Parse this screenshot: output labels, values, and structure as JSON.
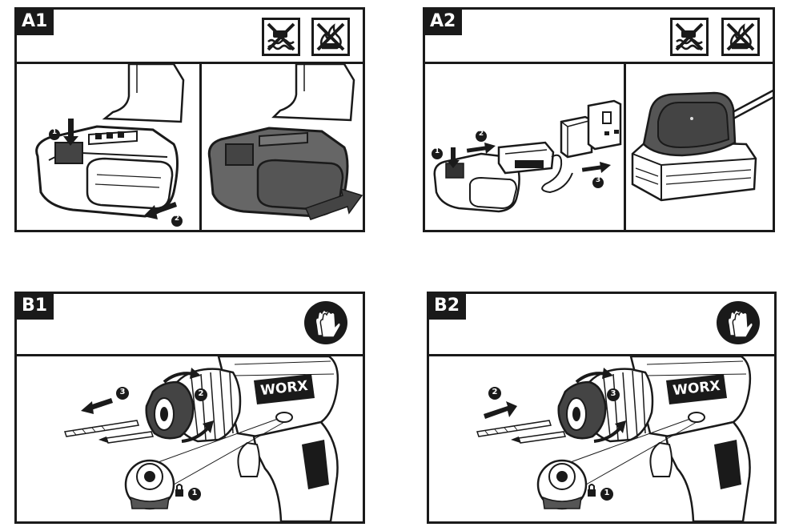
{
  "panels": {
    "a1": {
      "tag": "A1"
    },
    "a2": {
      "tag": "A2"
    },
    "b1": {
      "tag": "B1",
      "brand": "WORX"
    },
    "b2": {
      "tag": "B2",
      "brand": "WORX"
    }
  },
  "steps": {
    "one": "1",
    "two": "2",
    "three": "3"
  },
  "icons": {
    "no_water": "no-water-icon",
    "no_fire": "no-fire-icon",
    "gloves": "gloves-icon",
    "lock": "lock-icon"
  }
}
